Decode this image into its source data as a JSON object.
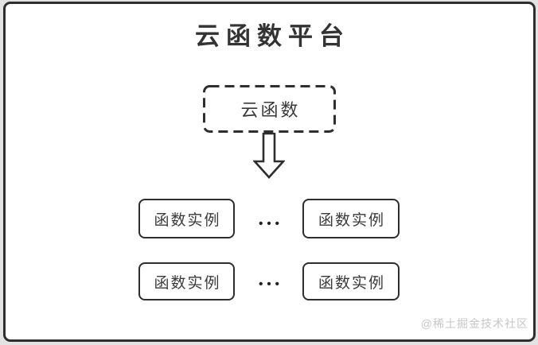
{
  "page": {
    "background_color": "#e3e3e3"
  },
  "card": {
    "background_color": "#ffffff",
    "border_color": "#2e2e31"
  },
  "diagram": {
    "title": "云函数平台",
    "cloud_function": {
      "label": "云函数",
      "border_style": "dashed"
    },
    "arrow_icon": "down-arrow",
    "rows": [
      {
        "left_label": "函数实例",
        "ellipsis": "•••",
        "right_label": "函数实例"
      },
      {
        "left_label": "函数实例",
        "ellipsis": "•••",
        "right_label": "函数实例"
      }
    ],
    "watermark": "@稀土掘金技术社区"
  },
  "colors": {
    "line": "#2e2e31",
    "title_text": "#333333",
    "label_text": "#3a3a3a",
    "watermark_text": "#c7c7c7"
  }
}
